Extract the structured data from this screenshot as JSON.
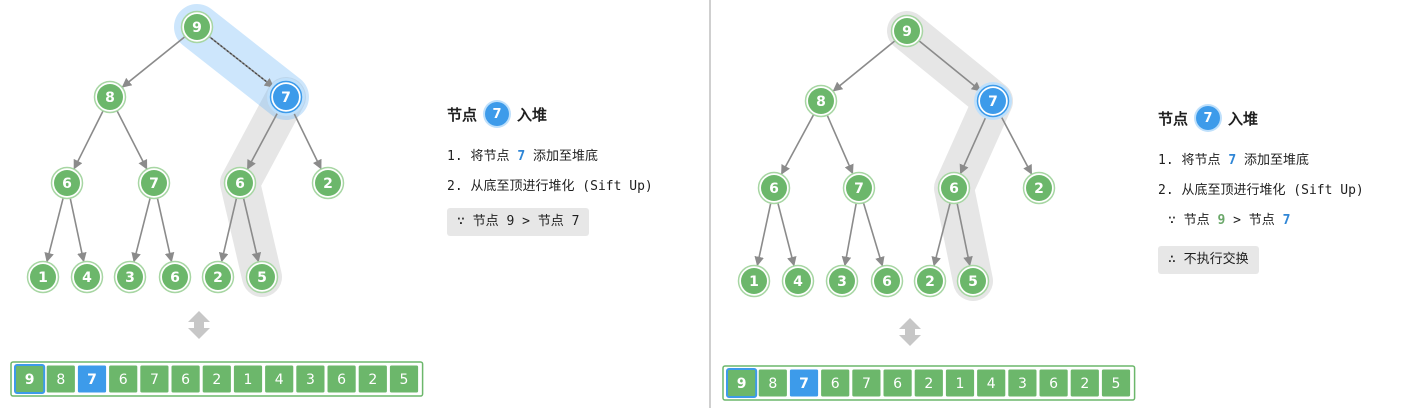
{
  "tree_values": [
    "9",
    "8",
    "7",
    "6",
    "7",
    "6",
    "2",
    "1",
    "4",
    "3",
    "6",
    "2",
    "5"
  ],
  "array_values": [
    "9",
    "8",
    "7",
    "6",
    "7",
    "6",
    "2",
    "1",
    "4",
    "3",
    "6",
    "2",
    "5"
  ],
  "highlight": {
    "root_index": 0,
    "moved_index": 2
  },
  "colors": {
    "node_fill": "#6cb76b",
    "node_stroke": "#a7d6a3",
    "node_text": "#ffffff",
    "edge": "#8b8b8b",
    "moved_fill": "#3d9bea",
    "moved_ring": "#bfe0fb",
    "compare_band": "rgba(112,184,246,0.35)",
    "path_band": "#e6e6e6"
  },
  "left_panel": {
    "title_prefix": "节点",
    "title_badge": "7",
    "title_suffix": "入堆",
    "step1_prefix": "1. 将节点",
    "step1_value": "7",
    "step1_suffix": "添加至堆底",
    "step2": "2. 从底至顶进行堆化 (Sift Up)",
    "compare_prefix": "∵ 节点",
    "compare_left": "9",
    "compare_op": ">",
    "compare_mid": "节点",
    "compare_right": "7"
  },
  "right_panel": {
    "title_prefix": "节点",
    "title_badge": "7",
    "title_suffix": "入堆",
    "step1_prefix": "1. 将节点",
    "step1_value": "7",
    "step1_suffix": "添加至堆底",
    "step2": "2. 从底至顶进行堆化 (Sift Up)",
    "compare_prefix": "∵ 节点",
    "compare_left": "9",
    "compare_op": ">",
    "compare_mid": "节点",
    "compare_right": "7",
    "conclusion": "∴ 不执行交换"
  }
}
